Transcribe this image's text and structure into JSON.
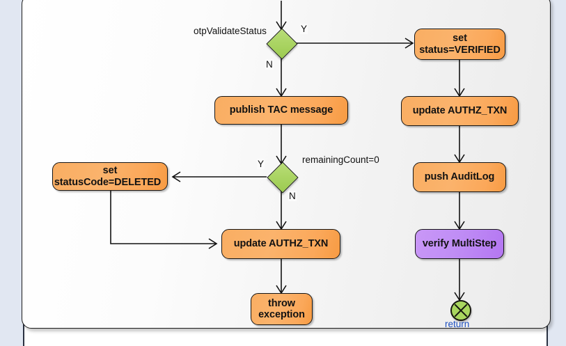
{
  "diagram": {
    "type": "uml-activity-diagram",
    "background_color": "#f2f3f7",
    "node_colors": {
      "action_orange": "#fbb06a",
      "action_purple": "#c08ef5",
      "decision_green": "#a9d45f",
      "final_green": "#a9d65f"
    },
    "nodes": [
      {
        "id": "otp-decision",
        "kind": "decision",
        "label": "otpValidateStatus"
      },
      {
        "id": "set-status-verified",
        "kind": "action",
        "color": "orange",
        "line1": "set",
        "line2": "status=VERIFIED"
      },
      {
        "id": "publish-tac",
        "kind": "action",
        "color": "orange",
        "line1": "publish TAC message"
      },
      {
        "id": "update-authz-right",
        "kind": "action",
        "color": "orange",
        "line1": "update AUTHZ_TXN"
      },
      {
        "id": "remaining-decision",
        "kind": "decision",
        "label": "remainingCount=0"
      },
      {
        "id": "set-statuscode-deleted",
        "kind": "action",
        "color": "orange",
        "line1": "set",
        "line2": "statusCode=DELETED"
      },
      {
        "id": "push-auditlog",
        "kind": "action",
        "color": "orange",
        "line1": "push AuditLog"
      },
      {
        "id": "update-authz-left",
        "kind": "action",
        "color": "orange",
        "line1": "update AUTHZ_TXN"
      },
      {
        "id": "verify-multistep",
        "kind": "action",
        "color": "purple",
        "line1": "verify MultiStep"
      },
      {
        "id": "throw-exception",
        "kind": "action",
        "color": "orange",
        "line1": "throw",
        "line2": "exception"
      },
      {
        "id": "return-final",
        "kind": "final",
        "label": "return"
      }
    ],
    "branch_labels": {
      "otp_yes": "Y",
      "otp_no": "N",
      "remaining_yes": "Y",
      "remaining_no": "N"
    },
    "guards": {
      "otp_guard": "otpValidateStatus",
      "remaining_guard": "remainingCount=0"
    },
    "final_label": "return",
    "edges": [
      {
        "from": "start",
        "to": "otp-decision"
      },
      {
        "from": "otp-decision",
        "to": "set-status-verified",
        "guard": "Y"
      },
      {
        "from": "otp-decision",
        "to": "publish-tac",
        "guard": "N"
      },
      {
        "from": "set-status-verified",
        "to": "update-authz-right"
      },
      {
        "from": "update-authz-right",
        "to": "push-auditlog"
      },
      {
        "from": "push-auditlog",
        "to": "verify-multistep"
      },
      {
        "from": "verify-multistep",
        "to": "return-final"
      },
      {
        "from": "publish-tac",
        "to": "remaining-decision"
      },
      {
        "from": "remaining-decision",
        "to": "set-statuscode-deleted",
        "guard": "Y"
      },
      {
        "from": "remaining-decision",
        "to": "update-authz-left",
        "guard": "N"
      },
      {
        "from": "set-statuscode-deleted",
        "to": "update-authz-left"
      },
      {
        "from": "update-authz-left",
        "to": "throw-exception"
      }
    ]
  }
}
